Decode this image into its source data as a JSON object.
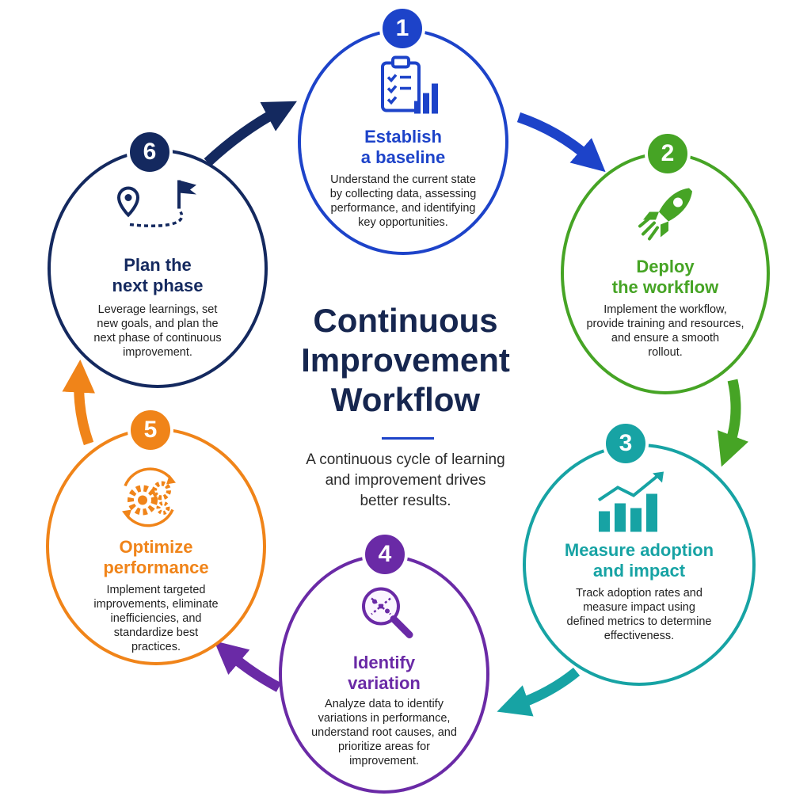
{
  "header": {
    "title": "Continuous\nImprovement\nWorkflow",
    "subtitle": "A continuous cycle of learning\nand improvement drives\nbetter results."
  },
  "colors": {
    "step1": "#1d43c9",
    "step2": "#46a425",
    "step3": "#17a3a4",
    "step4": "#6a2aa6",
    "step5": "#f08419",
    "step6": "#14295f"
  },
  "steps": [
    {
      "number": "1",
      "title": "Establish\na baseline",
      "description": "Understand the current state\nby collecting data, assessing\nperformance, and identifying\nkey opportunities.",
      "icon": "clipboard-chart-icon"
    },
    {
      "number": "2",
      "title": "Deploy\nthe workflow",
      "description": "Implement the workflow,\nprovide training and resources,\nand ensure a smooth\nrollout.",
      "icon": "rocket-icon"
    },
    {
      "number": "3",
      "title": "Measure adoption\nand impact",
      "description": "Track adoption rates and\nmeasure impact using\ndefined metrics to determine\neffectiveness.",
      "icon": "growth-chart-icon"
    },
    {
      "number": "4",
      "title": "Identify\nvariation",
      "description": "Analyze data to identify\nvariations in performance,\nunderstand root causes, and\nprioritize areas for\nimprovement.",
      "icon": "magnifier-icon"
    },
    {
      "number": "5",
      "title": "Optimize\nperformance",
      "description": "Implement targeted\nimprovements, eliminate\ninefficiencies, and\nstandardize best\npractices.",
      "icon": "gears-cycle-icon"
    },
    {
      "number": "6",
      "title": "Plan the\nnext phase",
      "description": "Leverage learnings, set\nnew goals, and plan the\nnext phase of continuous\nimprovement.",
      "icon": "route-flag-icon"
    }
  ]
}
